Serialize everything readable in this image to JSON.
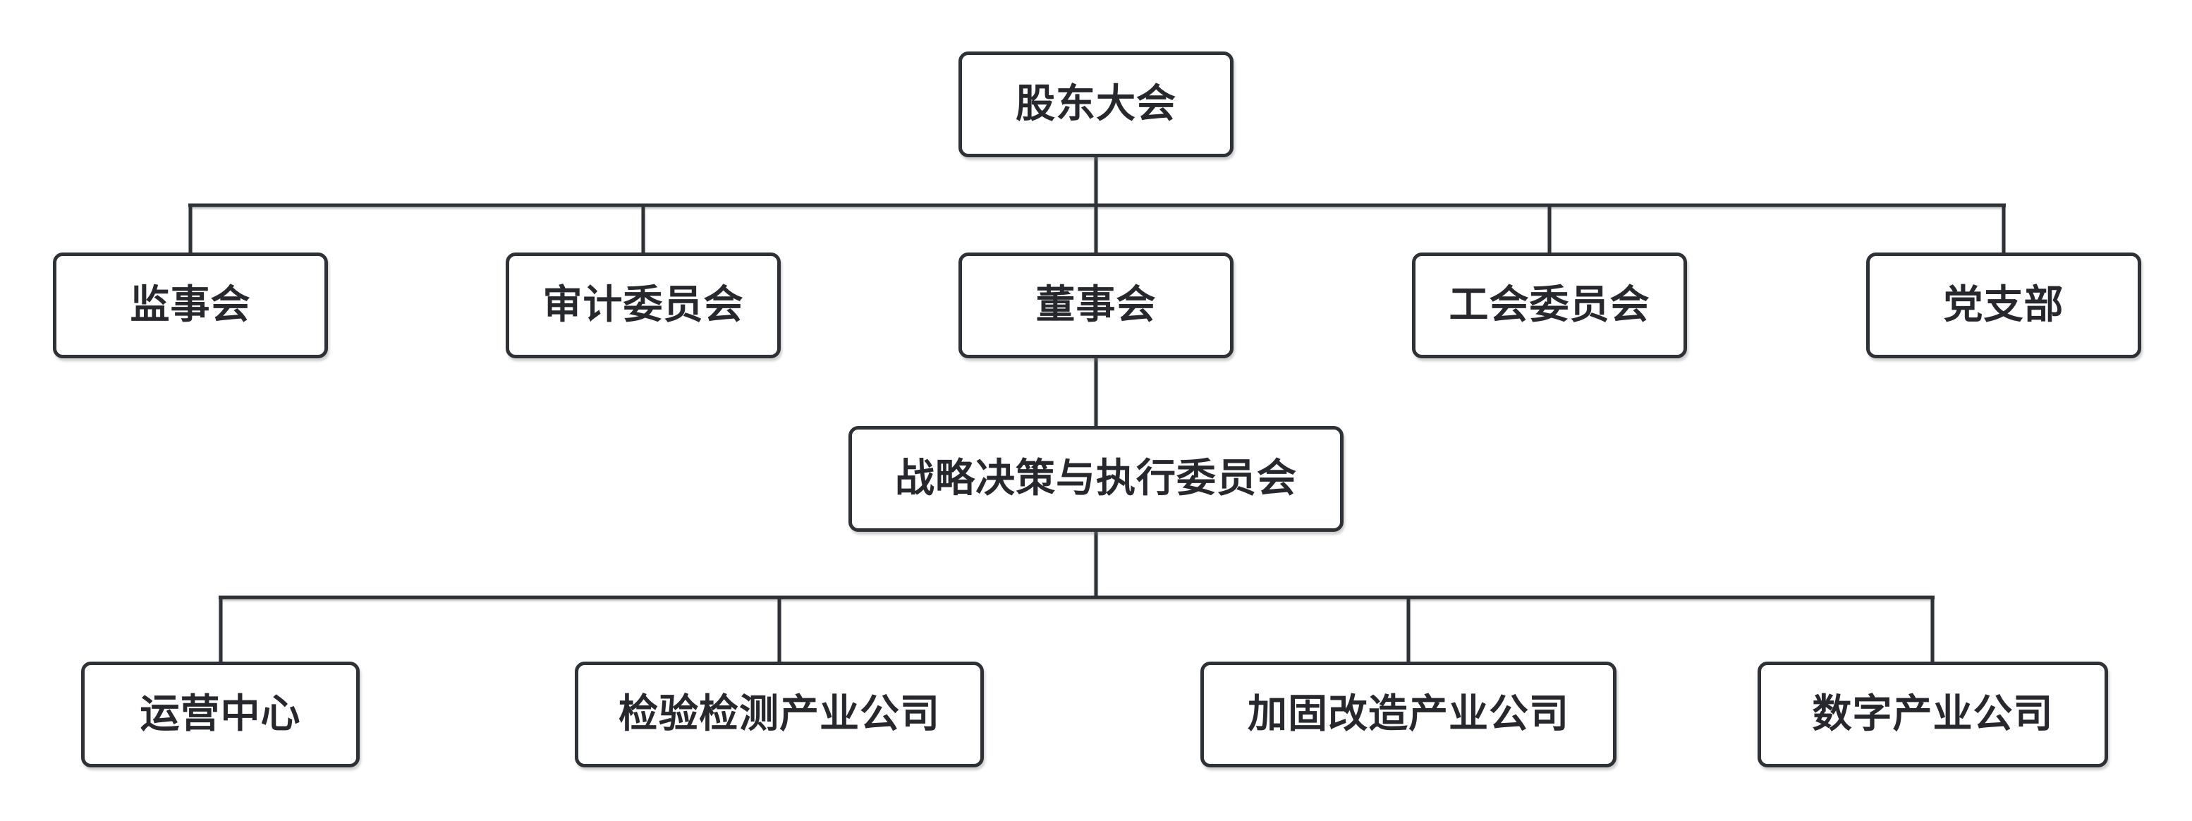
{
  "diagram": {
    "type": "org-chart",
    "direction": "top-down",
    "background": "#ffffff"
  },
  "colors": {
    "node_border": "#2e3237",
    "node_fill": "#ffffff",
    "text": "#26282d",
    "connector": "#2e3237"
  },
  "nodes": {
    "shareholders": {
      "label": "股东大会"
    },
    "supervisory": {
      "label": "监事会"
    },
    "audit": {
      "label": "审计委员会"
    },
    "board": {
      "label": "董事会"
    },
    "union": {
      "label": "工会委员会"
    },
    "party": {
      "label": "党支部"
    },
    "strategy": {
      "label": "战略决策与执行委员会"
    },
    "operations": {
      "label": "运营中心"
    },
    "inspection": {
      "label": "检验检测产业公司"
    },
    "reinforcement": {
      "label": "加固改造产业公司"
    },
    "digital": {
      "label": "数字产业公司"
    }
  },
  "edges": [
    {
      "from": "股东大会",
      "to": "监事会"
    },
    {
      "from": "股东大会",
      "to": "审计委员会"
    },
    {
      "from": "股东大会",
      "to": "董事会"
    },
    {
      "from": "股东大会",
      "to": "工会委员会"
    },
    {
      "from": "股东大会",
      "to": "党支部"
    },
    {
      "from": "董事会",
      "to": "战略决策与执行委员会"
    },
    {
      "from": "战略决策与执行委员会",
      "to": "运营中心"
    },
    {
      "from": "战略决策与执行委员会",
      "to": "检验检测产业公司"
    },
    {
      "from": "战略决策与执行委员会",
      "to": "加固改造产业公司"
    },
    {
      "from": "战略决策与执行委员会",
      "to": "数字产业公司"
    }
  ]
}
